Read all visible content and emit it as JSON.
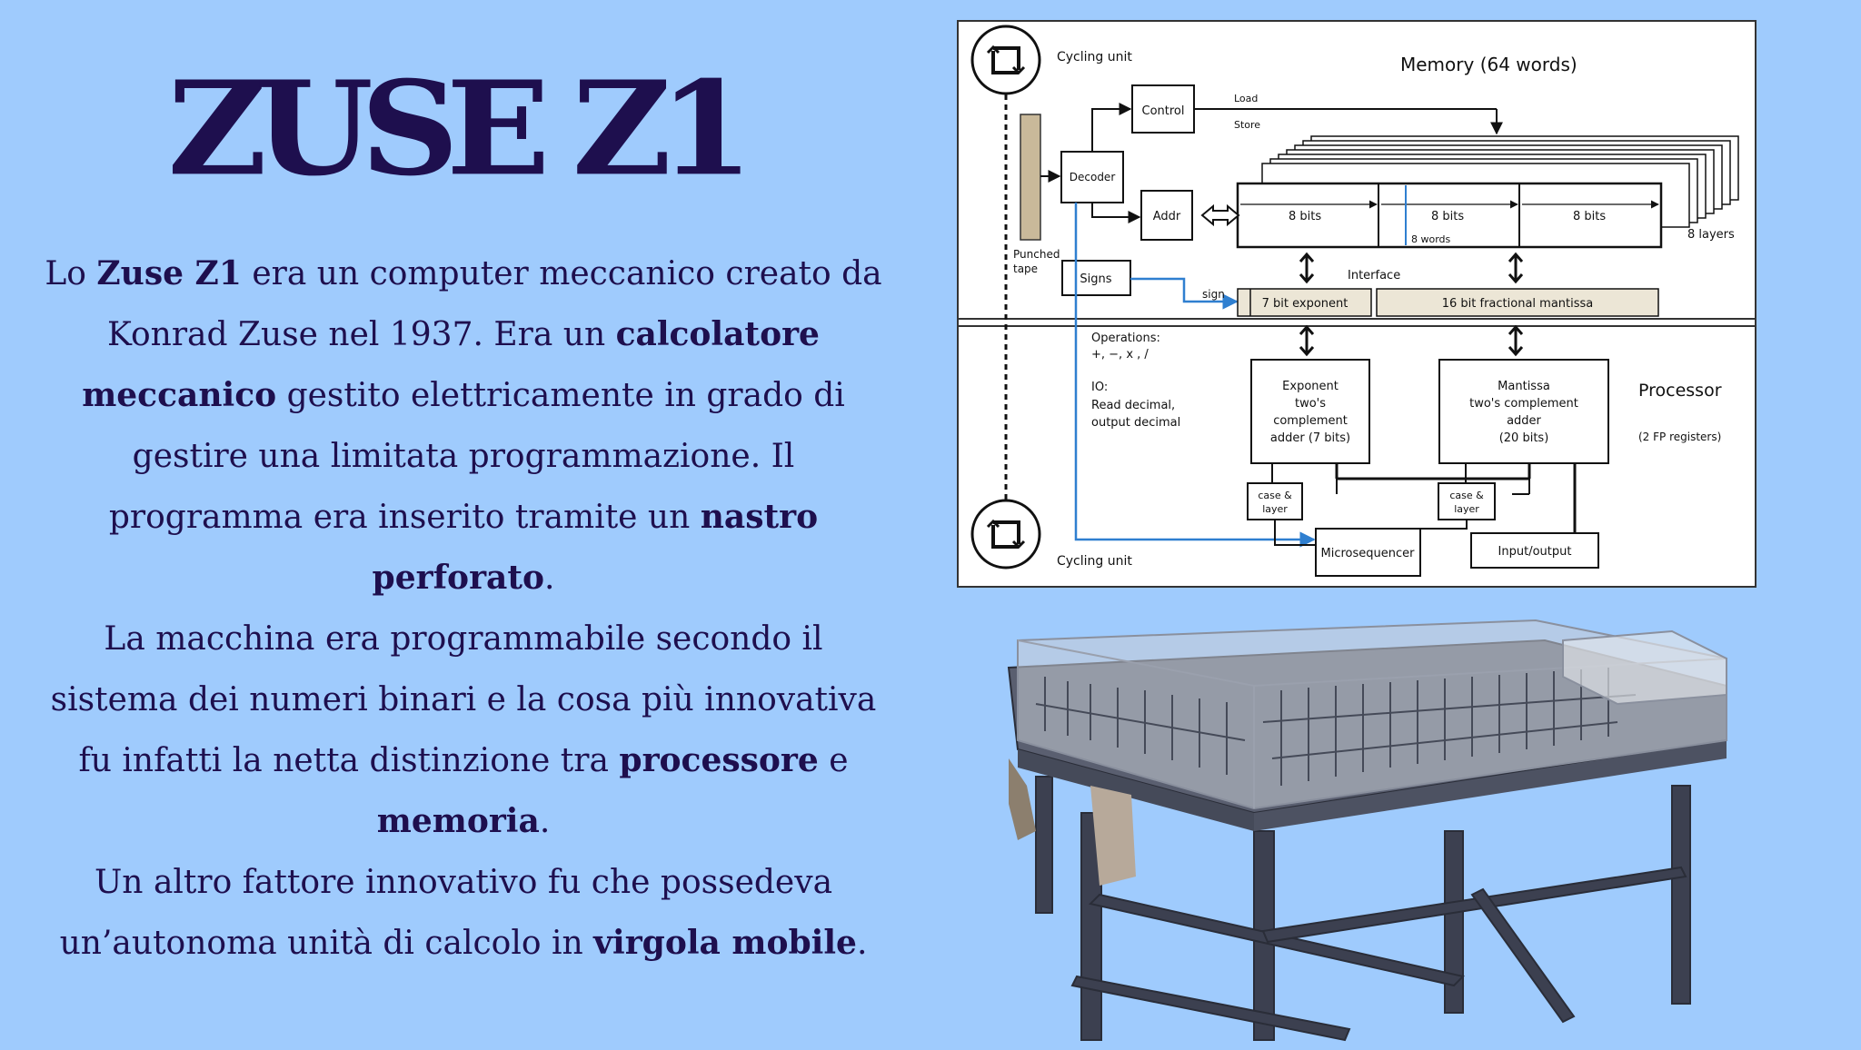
{
  "title": "ZUSE Z1",
  "paragraphs": [
    [
      {
        "t": "Lo ",
        "b": false
      },
      {
        "t": "Zuse Z1",
        "b": true
      },
      {
        "t": " era un computer meccanico creato da Konrad Zuse nel 1937. Era un ",
        "b": false
      },
      {
        "t": "calcolatore meccanico",
        "b": true
      },
      {
        "t": " gestito elettricamente in grado di gestire una limitata programmazione. Il programma era inserito tramite un ",
        "b": false
      },
      {
        "t": "nastro perforato",
        "b": true
      },
      {
        "t": ".",
        "b": false
      }
    ],
    [
      {
        "t": "La macchina era programmabile secondo il sistema dei numeri binari e la cosa più innovativa fu infatti la netta distinzione tra ",
        "b": false
      },
      {
        "t": "processore",
        "b": true
      },
      {
        "t": " e ",
        "b": false
      },
      {
        "t": "memoria",
        "b": true
      },
      {
        "t": ".",
        "b": false
      }
    ],
    [
      {
        "t": "Un altro fattore innovativo fu che possedeva un’autonoma unità di calcolo in ",
        "b": false
      },
      {
        "t": "virgola mobile",
        "b": true
      },
      {
        "t": ".",
        "b": false
      }
    ]
  ],
  "diagram": {
    "memory_title": "Memory (64 words)",
    "cycling_unit_top": "Cycling unit",
    "cycling_unit_bottom": "Cycling unit",
    "control": "Control",
    "load": "Load",
    "store": "Store",
    "decoder": "Decoder",
    "addr": "Addr",
    "bits_1": "8 bits",
    "bits_2": "8 bits",
    "bits_3": "8 bits",
    "words": "8 words",
    "layers": "8 layers",
    "punched_1": "Punched",
    "punched_2": "tape",
    "signs": "Signs",
    "interface": "Interface",
    "sign": "sign",
    "exponent_reg": "7 bit exponent",
    "mantissa_reg": "16 bit fractional mantissa",
    "operations_1": "Operations:",
    "operations_2": "+, −, x , /",
    "io_1": "IO:",
    "io_2": "Read decimal,",
    "io_3": "output decimal",
    "exp_adder_1": "Exponent",
    "exp_adder_2": "two's",
    "exp_adder_3": "complement",
    "exp_adder_4": "adder (7 bits)",
    "man_adder_1": "Mantissa",
    "man_adder_2": "two's complement",
    "man_adder_3": "adder",
    "man_adder_4": "(20 bits)",
    "processor": "Processor",
    "fp_registers": "(2 FP registers)",
    "case_layer_1a": "case &",
    "case_layer_1b": "layer",
    "case_layer_2a": "case &",
    "case_layer_2b": "layer",
    "microsequencer": "Microsequencer",
    "input_output": "Input/output"
  }
}
